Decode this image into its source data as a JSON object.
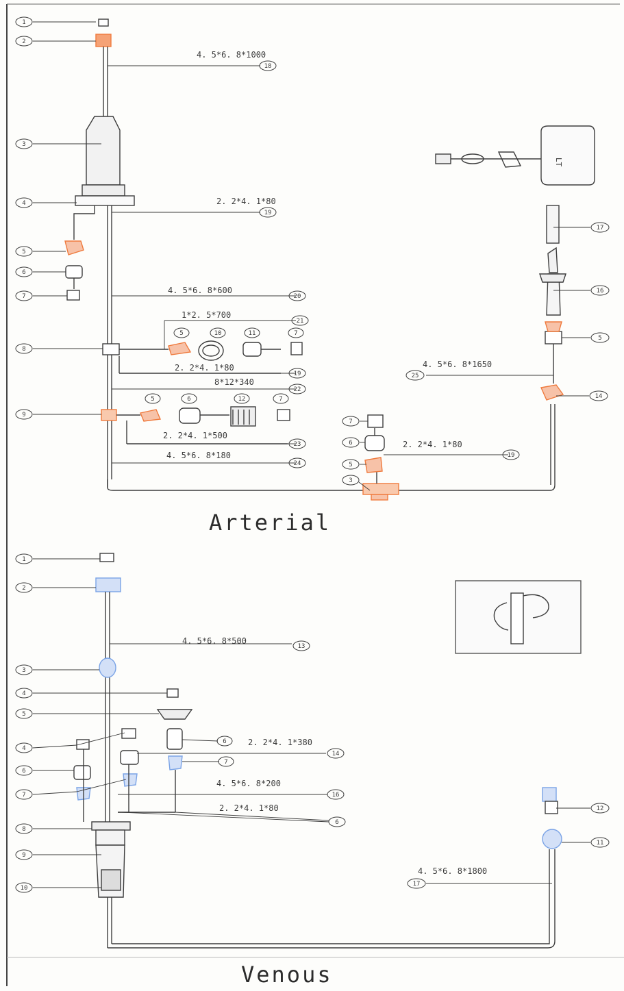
{
  "diagram": {
    "sections": {
      "arterial_title": "Arterial",
      "venous_title": "Venous"
    },
    "colors": {
      "line": "#3d3d3d",
      "orange": "#ef7a3d",
      "blue": "#7aa3e6",
      "label": "#3a3a3a"
    },
    "arterial": {
      "callouts": [
        "1",
        "2",
        "3",
        "4",
        "5",
        "6",
        "7",
        "8",
        "9",
        "5",
        "10",
        "11",
        "7",
        "5",
        "6",
        "12",
        "7",
        "7",
        "6",
        "5",
        "3",
        "17",
        "16",
        "5",
        "14"
      ],
      "specs": [
        {
          "text": "4. 5*6. 8*1000",
          "num": "18"
        },
        {
          "text": "2. 2*4. 1*80",
          "num": "19"
        },
        {
          "text": "4. 5*6. 8*600",
          "num": "20"
        },
        {
          "text": "1*2. 5*700",
          "num": "21"
        },
        {
          "text": "2. 2*4. 1*80",
          "num": "19"
        },
        {
          "text": "8*12*340",
          "num": "22"
        },
        {
          "text": "2. 2*4. 1*500",
          "num": "23"
        },
        {
          "text": "4. 5*6. 8*180",
          "num": "24"
        },
        {
          "text": "4. 5*6. 8*1650",
          "num": "25"
        },
        {
          "text": "2. 2*4. 1*80",
          "num": "19"
        }
      ],
      "inset_label": "LT"
    },
    "venous": {
      "callouts": [
        "1",
        "2",
        "3",
        "4",
        "5",
        "4",
        "6",
        "7",
        "8",
        "9",
        "10",
        "6",
        "7",
        "12",
        "11"
      ],
      "specs": [
        {
          "text": "4. 5*6. 8*500",
          "num": "13"
        },
        {
          "text": "2. 2*4. 1*380",
          "num": "14"
        },
        {
          "text": "4. 5*6. 8*200",
          "num": "16"
        },
        {
          "text": "2. 2*4. 1*80",
          "num": "6"
        },
        {
          "text": "4. 5*6. 8*1800",
          "num": "17"
        }
      ]
    }
  }
}
